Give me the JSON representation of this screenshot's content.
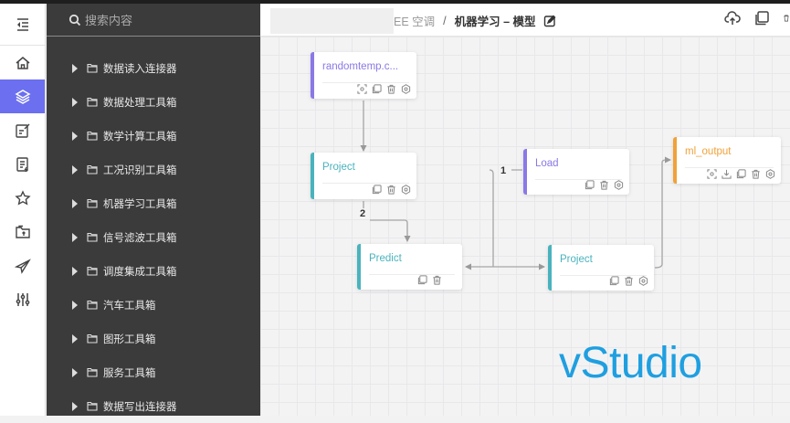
{
  "rail": {
    "items": [
      {
        "name": "home-icon",
        "active": false
      },
      {
        "name": "layers-icon",
        "active": true
      },
      {
        "name": "edit-note-icon",
        "active": false
      },
      {
        "name": "report-icon",
        "active": false
      },
      {
        "name": "star-icon",
        "active": false
      },
      {
        "name": "folder-upload-icon",
        "active": false
      },
      {
        "name": "send-icon",
        "active": false
      },
      {
        "name": "sliders-icon",
        "active": false
      }
    ],
    "accent": "#6b6ff0"
  },
  "panel": {
    "search_placeholder": "搜索内容",
    "items": [
      {
        "label": "数据读入连接器"
      },
      {
        "label": "数据处理工具箱"
      },
      {
        "label": "数学计算工具箱"
      },
      {
        "label": "工况识别工具箱"
      },
      {
        "label": "机器学习工具箱"
      },
      {
        "label": "信号滤波工具箱"
      },
      {
        "label": "调度集成工具箱"
      },
      {
        "label": "汽车工具箱"
      },
      {
        "label": "图形工具箱"
      },
      {
        "label": "服务工具箱"
      },
      {
        "label": "数据写出连接器"
      }
    ]
  },
  "header": {
    "crumb_parent": "EE 空调",
    "separator": "/",
    "crumb_current": "机器学习 – 模型"
  },
  "canvas": {
    "nodes": [
      {
        "id": "n1",
        "title": "randomtemp.c...",
        "color": "#8a78e6",
        "actions": [
          "preview",
          "copy",
          "delete",
          "settings"
        ]
      },
      {
        "id": "n2",
        "title": "Project",
        "color": "#49b3bd",
        "actions": [
          "copy",
          "delete",
          "settings"
        ]
      },
      {
        "id": "n3",
        "title": "Load",
        "color": "#8a78e6",
        "actions": [
          "copy",
          "delete",
          "settings"
        ]
      },
      {
        "id": "n4",
        "title": "ml_output",
        "color": "#f0a23a",
        "actions": [
          "preview",
          "download",
          "copy",
          "delete",
          "settings"
        ]
      },
      {
        "id": "n5",
        "title": "Predict",
        "color": "#49b3bd",
        "actions": [
          "copy",
          "delete"
        ]
      },
      {
        "id": "n6",
        "title": "Project",
        "color": "#49b3bd",
        "actions": [
          "copy",
          "delete",
          "settings"
        ]
      }
    ],
    "edge_labels": [
      "1",
      "2"
    ],
    "watermark": "vStudio"
  }
}
